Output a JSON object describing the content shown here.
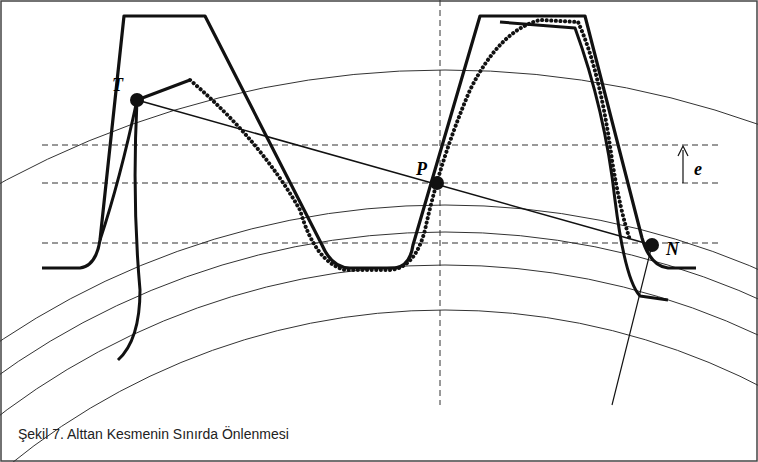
{
  "diagram": {
    "caption": "Şekil 7. Alttan Kesmenin Sınırda Önlenmesi",
    "labels": [
      "T",
      "P",
      "N",
      "e"
    ]
  }
}
